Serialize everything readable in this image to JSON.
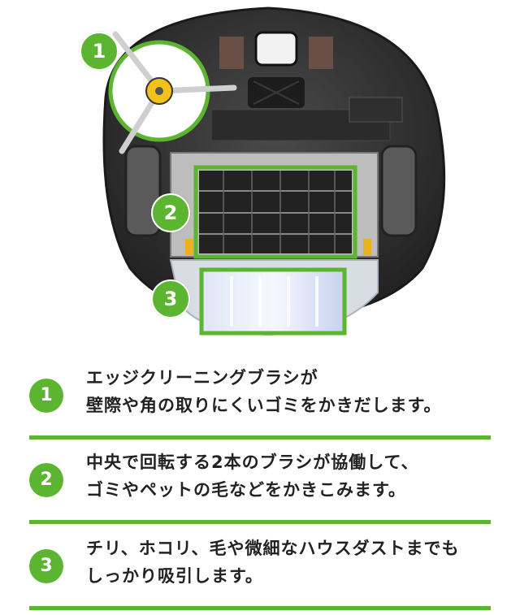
{
  "colors": {
    "accent": "#5cb531",
    "robot_body": "#3a3a3a",
    "bin": "#d8dde3"
  },
  "callouts": [
    "1",
    "2",
    "3"
  ],
  "features": [
    {
      "number": "1",
      "line1": "エッジクリーニングブラシが",
      "line2": "壁際や角の取りにくいゴミをかきだします。"
    },
    {
      "number": "2",
      "line1": "中央で回転する2本のブラシが協働して、",
      "line2": "ゴミやペットの毛などをかきこみます。"
    },
    {
      "number": "3",
      "line1": "チリ、ホコリ、毛や微細なハウスダストまでも",
      "line2": "しっかり吸引します。"
    }
  ]
}
